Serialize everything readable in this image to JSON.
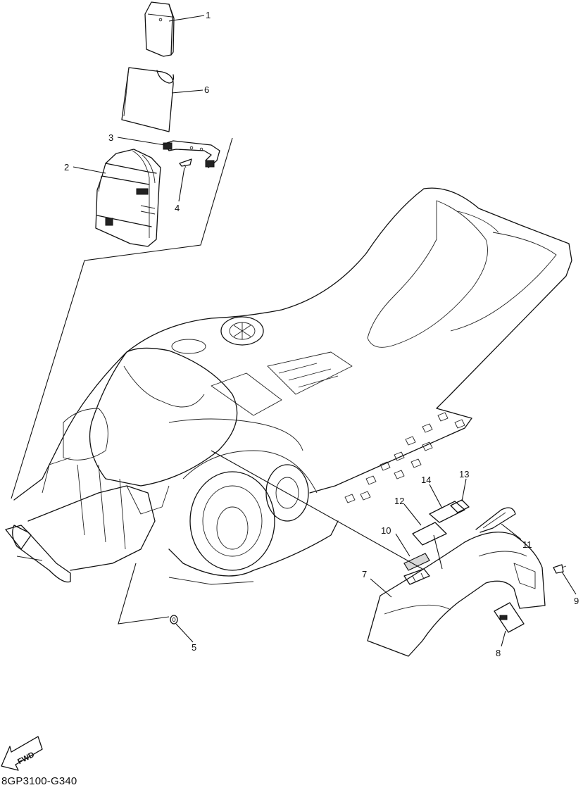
{
  "diagram_code": "8GP3100-G340",
  "fwd_label": "FWD",
  "callouts": [
    {
      "id": "1",
      "label": "1"
    },
    {
      "id": "6",
      "label": "6"
    },
    {
      "id": "3",
      "label": "3"
    },
    {
      "id": "2",
      "label": "2"
    },
    {
      "id": "4",
      "label": "4"
    },
    {
      "id": "13",
      "label": "13"
    },
    {
      "id": "14",
      "label": "14"
    },
    {
      "id": "12",
      "label": "12"
    },
    {
      "id": "10",
      "label": "10"
    },
    {
      "id": "11",
      "label": "11"
    },
    {
      "id": "7",
      "label": "7"
    },
    {
      "id": "9",
      "label": "9"
    },
    {
      "id": "5",
      "label": "5"
    },
    {
      "id": "8",
      "label": "8"
    }
  ],
  "icons": [
    "fwd-arrow-icon"
  ]
}
